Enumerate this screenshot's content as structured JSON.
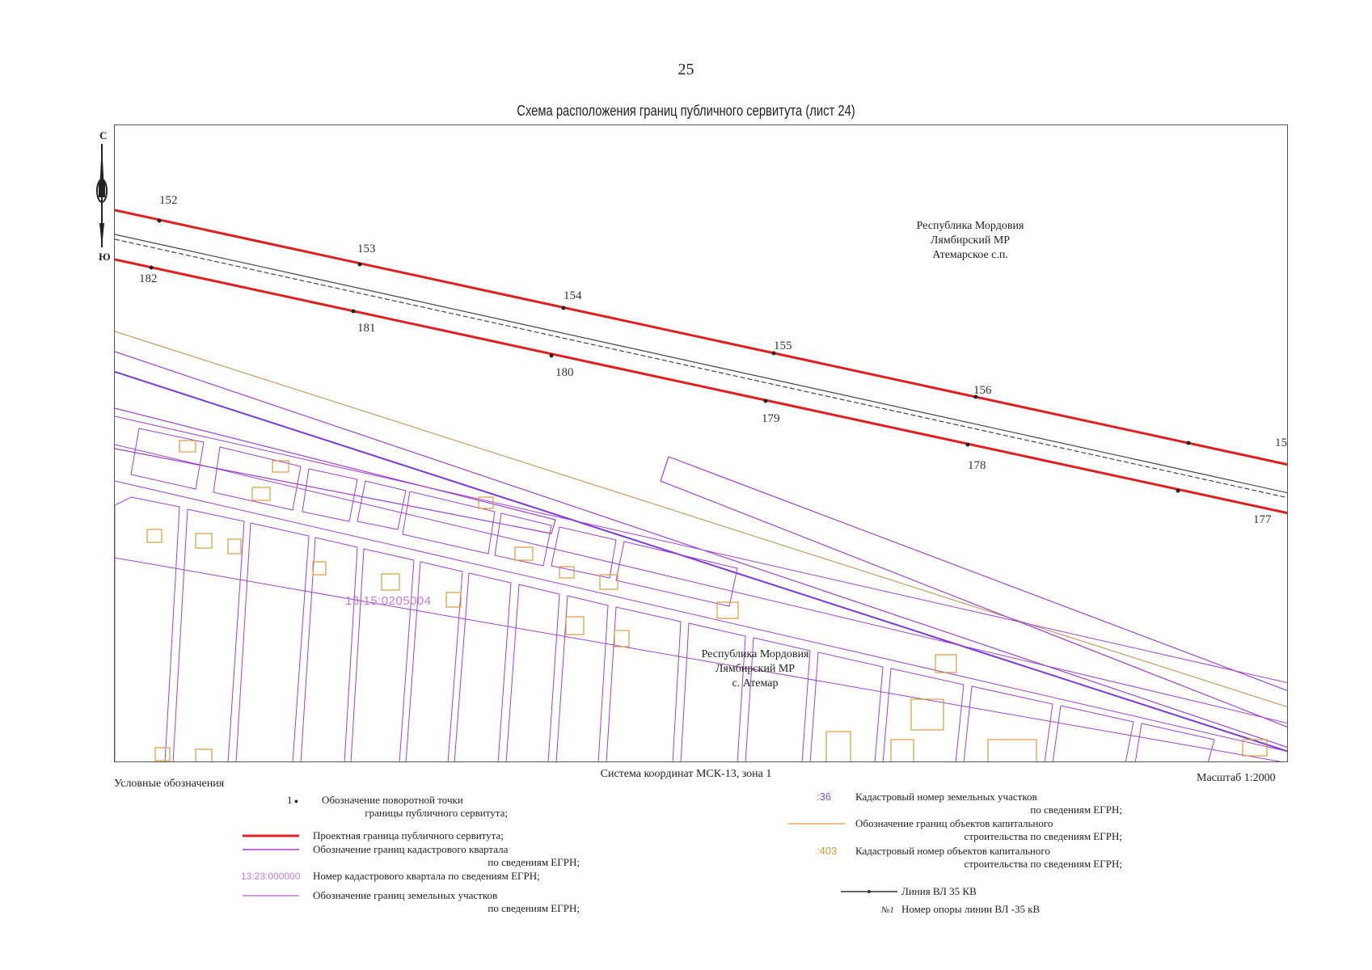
{
  "page_number": "25",
  "title": "Схема расположения границ публичного сервитута (лист 24)",
  "north_arrow": {
    "top": "С",
    "bottom": "Ю"
  },
  "places": [
    {
      "lines": [
        "Республика Мордовия",
        "Лямбирский МР",
        "Атемарское с.п."
      ]
    },
    {
      "lines": [
        "Республика Мордовия",
        "Лямбирский МР",
        "с. Атемар"
      ]
    }
  ],
  "turning_points": {
    "north_line": [
      "152",
      "153",
      "154",
      "155",
      "156",
      "15"
    ],
    "south_line": [
      "182",
      "181",
      "180",
      "179",
      "178",
      "177"
    ]
  },
  "quarter_number": "13:15:0205004",
  "coord_system": "Система координат МСК-13, зона 1",
  "scale": "Масштаб 1:2000",
  "legend": {
    "title": "Условные обозначения",
    "turning_point": {
      "symbol": "1",
      "text1": "Обозначение поворотной точки",
      "text2": "границы публичного сервитута;"
    },
    "servitude": {
      "text": "Проектная граница публичного сервитута;"
    },
    "quarter_boundary": {
      "text1": "Обозначение границ кадастрового квартала",
      "text2": "по сведениям ЕГРН;"
    },
    "quarter_number": {
      "sample": "13:23:000000",
      "text": "Номер кадастрового квартала по сведениям ЕГРН;"
    },
    "parcel_boundary": {
      "text1": "Обозначение границ земельных участков",
      "text2": "по сведениям ЕГРН;"
    },
    "parcel_number": {
      "sample": ":36",
      "text1": "Кадастровый номер земельных участков",
      "text2": "по сведениям ЕГРН;"
    },
    "building_boundary": {
      "text1": "Обозначение границ объектов капитального",
      "text2": "строительства по сведениям ЕГРН;"
    },
    "building_number": {
      "sample": ":403",
      "text1": "Кадастровый номер объектов капитального",
      "text2": "строительства по сведениям ЕГРН;"
    },
    "power_line": {
      "text": "Линия ВЛ 35 КВ"
    },
    "pole_number": {
      "sample": "№1",
      "text": "Номер опоры линии ВЛ -35 кВ"
    }
  },
  "colors": {
    "servitude": "#e02020",
    "parcel": "#a040d0",
    "quarter": "#7a3ad8",
    "building": "#d89a3a"
  }
}
